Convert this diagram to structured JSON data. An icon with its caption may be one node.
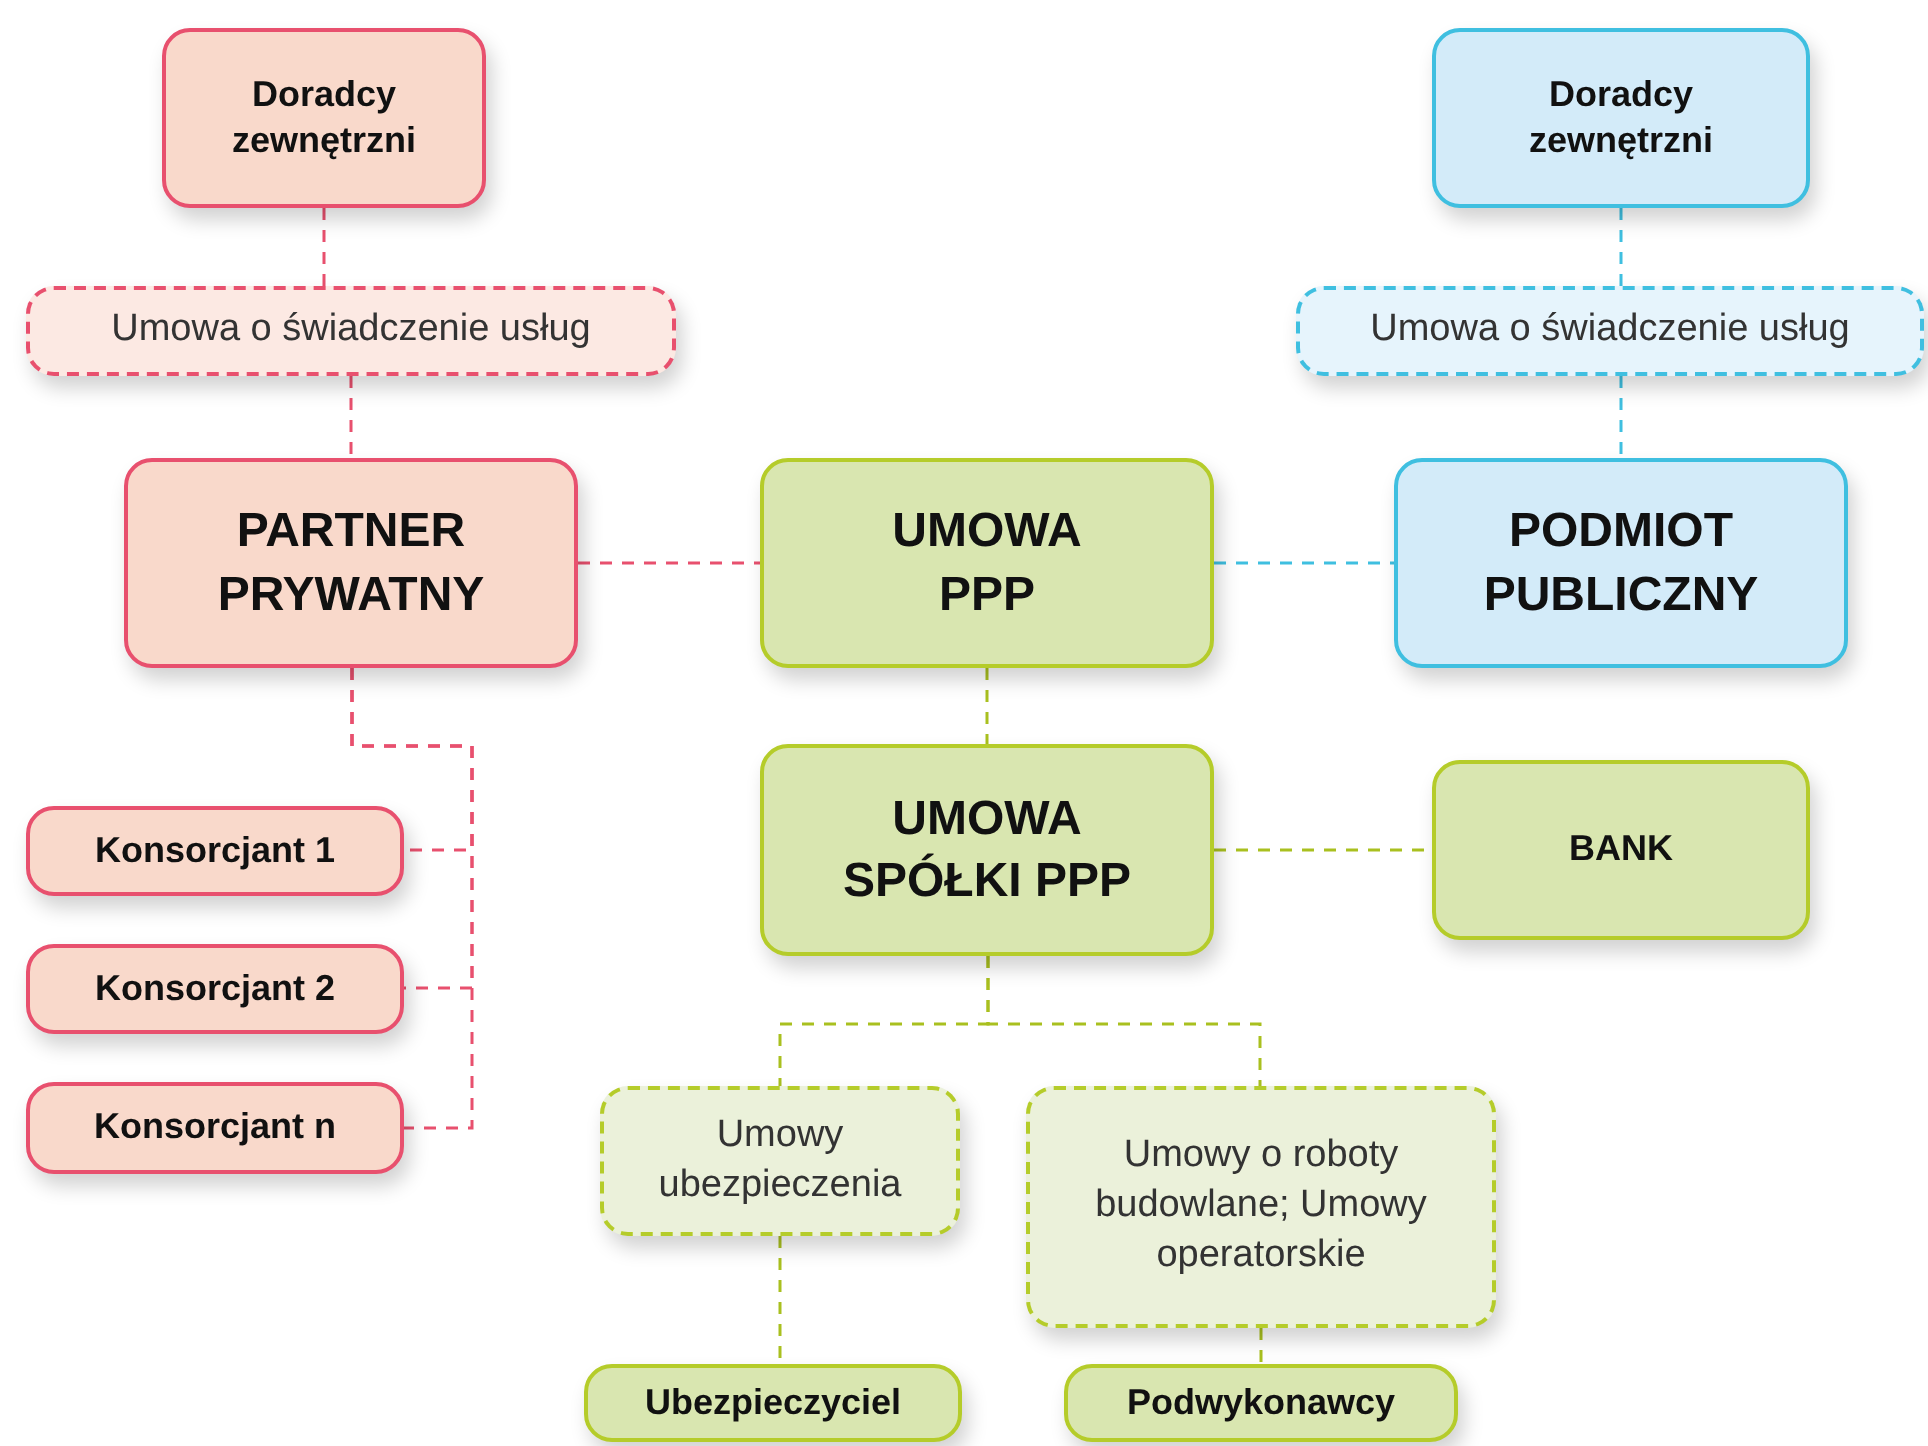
{
  "diagram": {
    "nodes": [
      {
        "text": [
          "Doradcy zewnętrzni"
        ]
      },
      {
        "text": [
          "Umowa o świadczenie usług"
        ]
      },
      {
        "text": [
          "PARTNER PRYWATNY"
        ]
      },
      {
        "text": [
          "UMOWA PPP"
        ]
      },
      {
        "text": [
          "Doradcy zewnętrzni"
        ]
      },
      {
        "text": [
          "Umowa o świadczenie usług"
        ]
      },
      {
        "text": [
          "PODMIOT PUBLICZNY"
        ]
      },
      {
        "text": [
          "UMOWA SPÓŁKI PPP"
        ]
      },
      {
        "text": [
          "BANK"
        ]
      },
      {
        "text": [
          "Konsorcjant 1"
        ]
      },
      {
        "text": [
          "Konsorcjant 2"
        ]
      },
      {
        "text": [
          "Konsorcjant n"
        ]
      },
      {
        "text": [
          "Umowy ubezpieczenia"
        ]
      },
      {
        "text": [
          "Umowy o roboty budowlane; Umowy operatorskie"
        ]
      },
      {
        "text": [
          "Ubezpieczyciel"
        ]
      },
      {
        "text": [
          "Podwykonawcy"
        ]
      }
    ],
    "edges": [
      {
        "from": 0,
        "to": 1,
        "arrow": "none",
        "style": "dashed",
        "color": "#e8506e"
      },
      {
        "from": 1,
        "to": 2,
        "arrow": "none",
        "style": "dashed",
        "color": "#e8506e"
      },
      {
        "from": 2,
        "to": 3,
        "arrow": "none",
        "style": "dashed",
        "color": "#e8506e"
      },
      {
        "from": 4,
        "to": 5,
        "arrow": "none",
        "style": "dashed",
        "color": "#3fbfe0"
      },
      {
        "from": 5,
        "to": 6,
        "arrow": "none",
        "style": "dashed",
        "color": "#3fbfe0"
      },
      {
        "from": 3,
        "to": 6,
        "arrow": "none",
        "style": "dashed",
        "color": "#3fbfe0"
      },
      {
        "from": 3,
        "to": 7,
        "arrow": "none",
        "style": "dashed",
        "color": "#a9c01f"
      },
      {
        "from": 7,
        "to": 8,
        "arrow": "none",
        "style": "dashed",
        "color": "#a9c01f"
      },
      {
        "from": 2,
        "to": 9,
        "arrow": "none",
        "style": "dashed",
        "color": "#e8506e"
      },
      {
        "from": 2,
        "to": 10,
        "arrow": "none",
        "style": "dashed",
        "color": "#e8506e"
      },
      {
        "from": 2,
        "to": 11,
        "arrow": "none",
        "style": "dashed",
        "color": "#e8506e"
      },
      {
        "from": 7,
        "to": 12,
        "arrow": "none",
        "style": "dashed",
        "color": "#a9c01f"
      },
      {
        "from": 7,
        "to": 13,
        "arrow": "none",
        "style": "dashed",
        "color": "#a9c01f"
      },
      {
        "from": 12,
        "to": 14,
        "arrow": "none",
        "style": "dashed",
        "color": "#a9c01f"
      },
      {
        "from": 13,
        "to": 15,
        "arrow": "none",
        "style": "dashed",
        "color": "#a9c01f"
      }
    ]
  }
}
